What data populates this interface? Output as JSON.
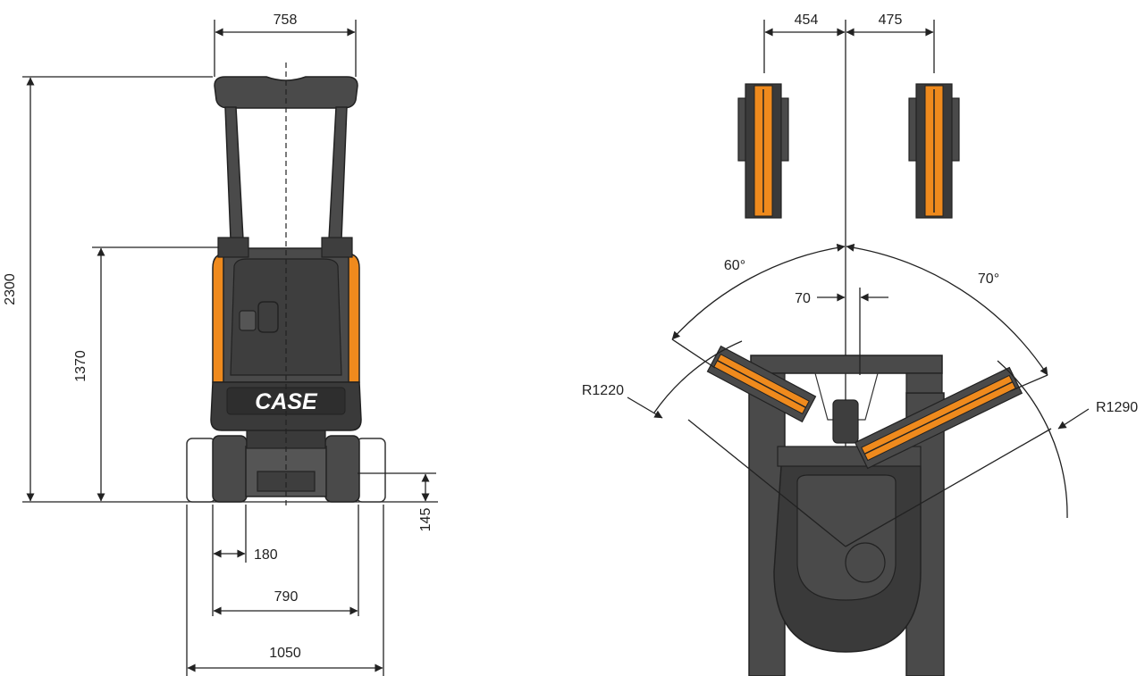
{
  "front_view": {
    "brand": "CASE",
    "dimensions": {
      "canopy_width": "758",
      "overall_height": "2300",
      "cab_height": "1370",
      "ground_clearance": "145",
      "track_shoe_width": "180",
      "track_gauge": "790",
      "overall_width": "1050"
    }
  },
  "top_view": {
    "dimensions": {
      "boom_offset_left": "454",
      "boom_offset_right": "475",
      "swing_angle_left": "60°",
      "swing_angle_right": "70°",
      "center_offset": "70",
      "swing_radius_left": "R1220",
      "swing_radius_right": "R1290"
    }
  },
  "colors": {
    "machine_body": "#4a4a4a",
    "machine_dark": "#2e2e2e",
    "accent_orange": "#ef8a1d",
    "dimension_lines": "#222222"
  }
}
